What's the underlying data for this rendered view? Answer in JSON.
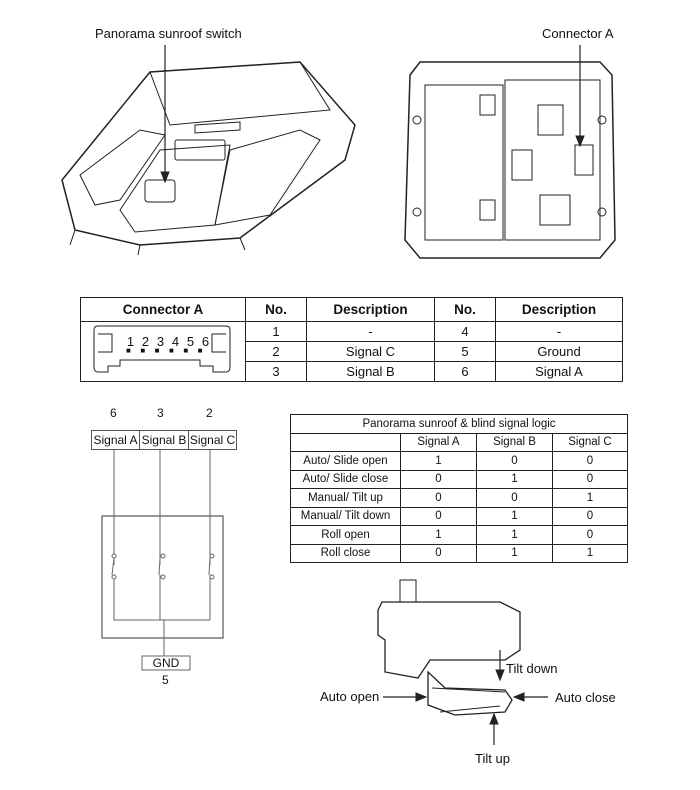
{
  "callouts": {
    "switch_label": "Panorama sunroof switch",
    "connector_label": "Connector A"
  },
  "connector_table": {
    "headers": [
      "Connector A",
      "No.",
      "Description",
      "No.",
      "Description"
    ],
    "pins": [
      "1",
      "2",
      "3",
      "4",
      "5",
      "6"
    ],
    "rows": [
      {
        "no1": "1",
        "desc1": "-",
        "no2": "4",
        "desc2": "-"
      },
      {
        "no1": "2",
        "desc1": "Signal C",
        "no2": "5",
        "desc2": "Ground"
      },
      {
        "no1": "3",
        "desc1": "Signal B",
        "no2": "6",
        "desc2": "Signal A"
      }
    ]
  },
  "schematic": {
    "pin_numbers": [
      "6",
      "3",
      "2"
    ],
    "signals": [
      "Signal A",
      "Signal B",
      "Signal C"
    ],
    "ground_label": "GND",
    "ground_pin": "5"
  },
  "logic_table": {
    "title": "Panorama sunroof & blind signal logic",
    "columns": [
      "",
      "Signal A",
      "Signal B",
      "Signal C"
    ],
    "rows": [
      [
        "Auto/ Slide open",
        "1",
        "0",
        "0"
      ],
      [
        "Auto/ Slide close",
        "0",
        "1",
        "0"
      ],
      [
        "Manual/ Tilt up",
        "0",
        "0",
        "1"
      ],
      [
        "Manual/ Tilt down",
        "0",
        "1",
        "0"
      ],
      [
        "Roll open",
        "1",
        "1",
        "0"
      ],
      [
        "Roll close",
        "0",
        "1",
        "1"
      ]
    ]
  },
  "switch_directions": {
    "tilt_down": "Tilt down",
    "auto_open": "Auto open",
    "auto_close": "Auto close",
    "tilt_up": "Tilt up"
  }
}
